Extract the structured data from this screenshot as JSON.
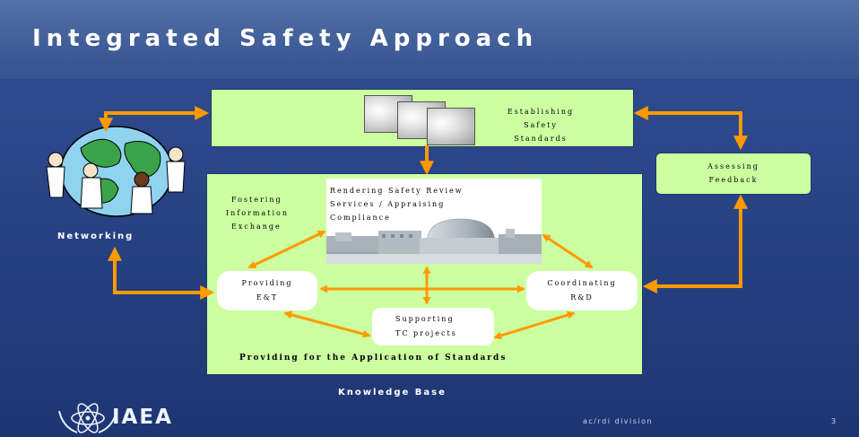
{
  "slide": {
    "title": "Integrated Safety Approach",
    "footer_division": "ac/rdi division",
    "page_number": "3",
    "logo_text": "IAEA"
  },
  "labels": {
    "networking": "Networking",
    "knowledge_base": "Knowledge Base",
    "fostering": [
      "Fostering",
      "Information",
      "Exchange"
    ]
  },
  "boxes": {
    "establishing": [
      "Establishing",
      "Safety Standards"
    ],
    "assessing": [
      "Assessing",
      "Feedback"
    ],
    "rendering": [
      "Rendering Safety Review",
      "Services / Appraising",
      "Compliance"
    ],
    "providing": [
      "Providing",
      "E&T"
    ],
    "coordinating": [
      "Coordinating",
      "R&D"
    ],
    "supporting": [
      "Supporting",
      "TC projects"
    ],
    "application": "Providing for the Application of Standards"
  },
  "colors": {
    "background": "#24407f",
    "panel": "#ccffa0",
    "arrow": "#ff9900",
    "title_text": "#ffffff"
  }
}
